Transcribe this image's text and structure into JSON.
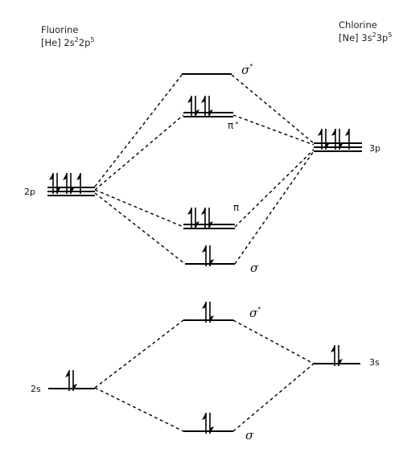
{
  "atoms": {
    "left": {
      "name": "Fluorine",
      "config": {
        "core": "[He] 2s",
        "s_exp": "2",
        "p": "2p",
        "p_exp": "5"
      }
    },
    "right": {
      "name": "Chlorine",
      "config": {
        "core": "[Ne] 3s",
        "s_exp": "2",
        "p": "3p",
        "p_exp": "5"
      }
    }
  },
  "levels": {
    "f_2p": {
      "label": "2p",
      "electrons": 5
    },
    "f_2s": {
      "label": "2s",
      "electrons": 2
    },
    "cl_3p": {
      "label": "3p",
      "electrons": 5
    },
    "cl_3s": {
      "label": "3s",
      "electrons": 2
    },
    "sigma_star_p": {
      "symbol": "σ",
      "mark": "*",
      "electrons": 0
    },
    "pi_star": {
      "symbol": "π",
      "mark": "*",
      "electrons": 4
    },
    "pi": {
      "symbol": "π",
      "electrons": 4
    },
    "sigma_p": {
      "symbol": "σ",
      "electrons": 2
    },
    "sigma_star_s": {
      "symbol": "σ",
      "mark": "*",
      "electrons": 2
    },
    "sigma_s": {
      "symbol": "σ",
      "electrons": 2
    }
  }
}
